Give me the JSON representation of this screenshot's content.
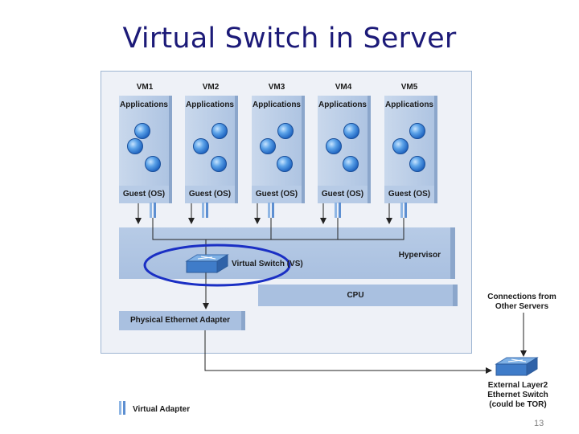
{
  "slide": {
    "title": "Virtual Switch in Server",
    "page_number": "13"
  },
  "server": {
    "vms": [
      {
        "name": "VM1",
        "apps": "Applications",
        "os": "Guest (OS)"
      },
      {
        "name": "VM2",
        "apps": "Applications",
        "os": "Guest (OS)"
      },
      {
        "name": "VM3",
        "apps": "Applications",
        "os": "Guest (OS)"
      },
      {
        "name": "VM4",
        "apps": "Applications",
        "os": "Guest (OS)"
      },
      {
        "name": "VM5",
        "apps": "Applications",
        "os": "Guest (OS)"
      }
    ],
    "hypervisor_label": "Hypervisor",
    "vswitch_label": "Virtual Switch (VS)",
    "cpu_label": "CPU",
    "adapter_label": "Physical Ethernet Adapter"
  },
  "external": {
    "connections_line1": "Connections from",
    "connections_line2": "Other Servers",
    "switch_line1": "External Layer2",
    "switch_line2": "Ethernet Switch",
    "switch_line3": "(could be TOR)"
  },
  "legend": {
    "virtual_adapter": "Virtual Adapter"
  },
  "colors": {
    "title": "#1c1a78",
    "highlight_ellipse": "#1a2fc4",
    "panel_fill": "#eef1f7",
    "box_fill": "#a9c0e0"
  }
}
